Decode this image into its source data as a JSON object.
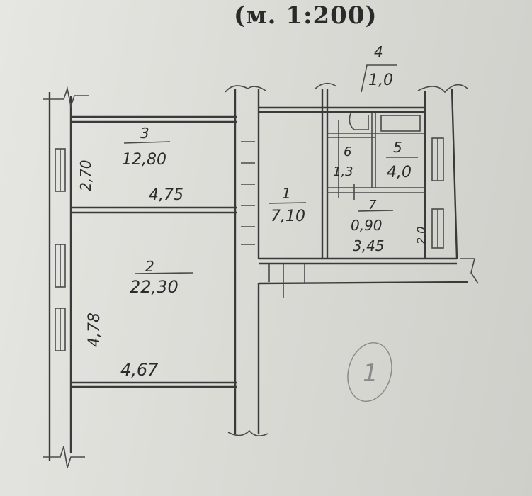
{
  "title": "(м. 1:200)",
  "rooms": [
    {
      "number": "3",
      "area": "12,80"
    },
    {
      "number": "2",
      "area": "22,30"
    },
    {
      "number": "1",
      "area": "7,10"
    },
    {
      "number": "4",
      "area": "1,0"
    },
    {
      "number": "6",
      "area": "1,3"
    },
    {
      "number": "5",
      "area": "4,0"
    },
    {
      "number": "7",
      "area": "0,90"
    }
  ],
  "dimensions": {
    "room3_height": "2,70",
    "room3_width": "4,75",
    "room2_height": "4,78",
    "room2_width": "4,67",
    "room7_width": "3,45",
    "room7_height": "2,0"
  },
  "circled_mark": "1"
}
